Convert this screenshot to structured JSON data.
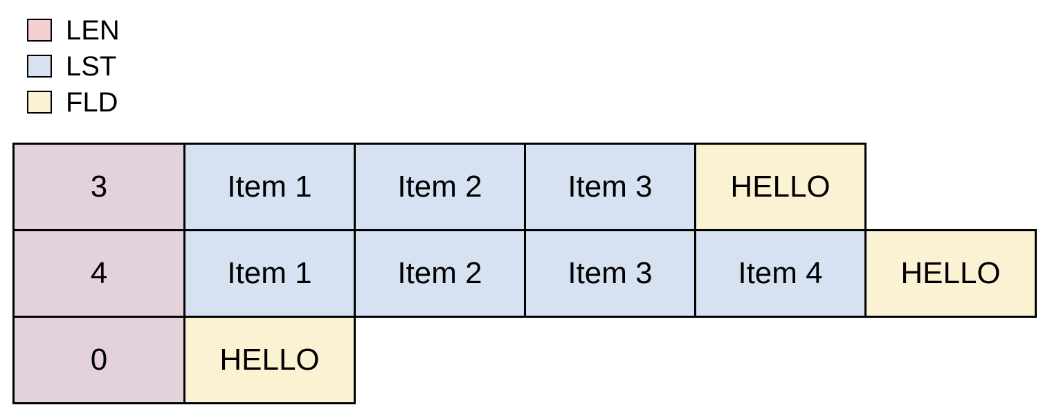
{
  "legend": {
    "items": [
      {
        "id": "len",
        "label": "LEN",
        "color": "#f4cfd2"
      },
      {
        "id": "lst",
        "label": "LST",
        "color": "#d6e2f1"
      },
      {
        "id": "fld",
        "label": "FLD",
        "color": "#fbf1d3"
      }
    ]
  },
  "colors": {
    "len_cell": "#e3d1dc",
    "lst_cell": "#d6e2f1",
    "fld_cell": "#fbf1d3",
    "border": "#000000",
    "background": "#ffffff"
  },
  "rows": [
    {
      "cells": [
        {
          "type": "LEN",
          "label": "3"
        },
        {
          "type": "LST",
          "label": "Item 1"
        },
        {
          "type": "LST",
          "label": "Item 2"
        },
        {
          "type": "LST",
          "label": "Item 3"
        },
        {
          "type": "FLD",
          "label": "HELLO"
        }
      ]
    },
    {
      "cells": [
        {
          "type": "LEN",
          "label": "4"
        },
        {
          "type": "LST",
          "label": "Item 1"
        },
        {
          "type": "LST",
          "label": "Item 2"
        },
        {
          "type": "LST",
          "label": "Item 3"
        },
        {
          "type": "LST",
          "label": "Item 4"
        },
        {
          "type": "FLD",
          "label": "HELLO"
        }
      ]
    },
    {
      "cells": [
        {
          "type": "LEN",
          "label": "0"
        },
        {
          "type": "FLD",
          "label": "HELLO"
        }
      ]
    }
  ]
}
